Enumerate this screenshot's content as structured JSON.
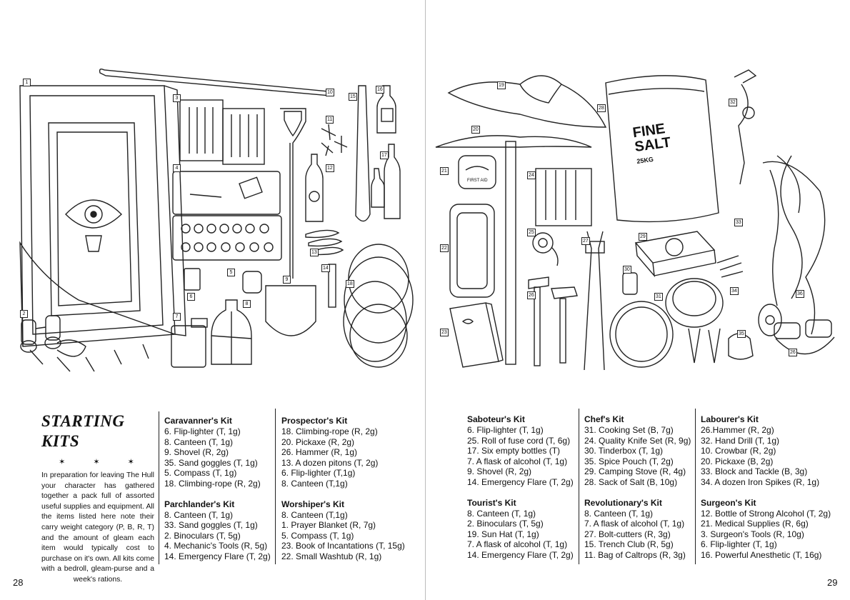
{
  "page_numbers": {
    "left": "28",
    "right": "29"
  },
  "intro": {
    "title": "STARTING KITS",
    "ornament": "✶ ✶ ✶",
    "text": "In preparation for leaving The Hull your character has gathered together a pack full of assorted useful supplies and equipment. All the items listed here note their carry weight category (P, B, R, T) and the amount of gleam each item would typically cost to purchase on it's own. All kits come with a bedroll, gleam-purse and a week's rations."
  },
  "kits": [
    {
      "name": "Caravanner's Kit",
      "items": [
        "6. Flip-lighter (T, 1g)",
        "8. Canteen (T, 1g)",
        "9. Shovel (R, 2g)",
        "35. Sand goggles (T, 1g)",
        "5. Compass (T, 1g)",
        "18. Climbing-rope (R, 2g)"
      ]
    },
    {
      "name": "Parchlander's Kit",
      "items": [
        "8. Canteen (T, 1g)",
        "33. Sand goggles (T, 1g)",
        "2. Binoculars (T, 5g)",
        "4. Mechanic's Tools (R, 5g)",
        "14. Emergency Flare (T, 2g)"
      ]
    },
    {
      "name": "Prospector's Kit",
      "items": [
        "18. Climbing-rope (R, 2g)",
        "20. Pickaxe (R, 2g)",
        "26. Hammer (R, 1g)",
        "13. A dozen pitons (T, 2g)",
        "6. Flip-lighter (T,1g)",
        "8. Canteen (T,1g)"
      ]
    },
    {
      "name": "Worshiper's Kit",
      "items": [
        "8. Canteen (T,1g)",
        "1. Prayer Blanket (R, 7g)",
        "5. Compass (T, 1g)",
        "23. Book of Incantations (T, 15g)",
        "22. Small Washtub (R, 1g)"
      ]
    },
    {
      "name": "Saboteur's Kit",
      "items": [
        "6. Flip-lighter (T, 1g)",
        "25. Roll of fuse cord (T, 6g)",
        "17. Six empty bottles (T)",
        "7. A flask of alcohol (T, 1g)",
        "9. Shovel (R, 2g)",
        "14. Emergency Flare (T, 2g)"
      ]
    },
    {
      "name": "Tourist's Kit",
      "items": [
        "8. Canteen (T, 1g)",
        "2. Binoculars (T, 5g)",
        "19. Sun Hat (T, 1g)",
        "7. A flask of alcohol (T, 1g)",
        "14. Emergency Flare (T, 2g)"
      ]
    },
    {
      "name": "Chef's Kit",
      "items": [
        "31. Cooking Set (B, 7g)",
        "24. Quality Knife Set (R, 9g)",
        "30. Tinderbox (T, 1g)",
        "35. Spice Pouch (T, 2g)",
        "29. Camping Stove (R, 4g)",
        "28. Sack of Salt (B, 10g)"
      ]
    },
    {
      "name": "Revolutionary's Kit",
      "items": [
        "8. Canteen (T, 1g)",
        "7. A flask of alcohol (T, 1g)",
        "27. Bolt-cutters (R, 3g)",
        "15. Trench Club (R, 5g)",
        "11. Bag of Caltrops (R, 3g)"
      ]
    },
    {
      "name": "Labourer's Kit",
      "items": [
        "26.Hammer (R, 2g)",
        "32. Hand Drill (T, 1g)",
        "10. Crowbar (R, 2g)",
        "20. Pickaxe (B, 2g)",
        "33. Block and Tackle (B, 3g)",
        "34. A dozen Iron Spikes (R, 1g)"
      ]
    },
    {
      "name": "Surgeon's Kit",
      "items": [
        "12. Bottle of Strong Alcohol (T, 2g)",
        "21. Medical Supplies (R, 6g)",
        "3. Surgeon's Tools (R, 10g)",
        "6. Flip-lighter (T, 1g)",
        "16. Powerful Anesthetic (T, 16g)"
      ]
    }
  ],
  "illustration_left": {
    "labels": [
      "1",
      "2",
      "3",
      "4",
      "5",
      "6",
      "7",
      "8",
      "9",
      "10",
      "11",
      "12",
      "13",
      "14",
      "15",
      "16",
      "17",
      "18"
    ]
  },
  "illustration_right": {
    "labels": [
      "19",
      "20",
      "21",
      "22",
      "23",
      "24",
      "25",
      "26",
      "27",
      "28",
      "29",
      "30",
      "31",
      "32",
      "33",
      "34",
      "35",
      "36",
      "26"
    ],
    "sack_text": "FINE SALT",
    "sack_weight": "25KG",
    "kit_text": "FIRST AID"
  }
}
